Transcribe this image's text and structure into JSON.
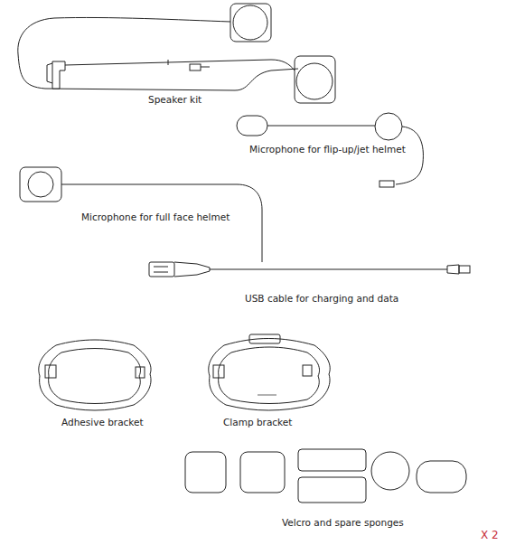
{
  "diagram": {
    "labels": [
      "Speaker kit",
      "Microphone for flip-up/jet helmet",
      "Microphone for full face helmet",
      "USB cable for charging and data",
      "Adhesive bracket",
      "Clamp bracket",
      "Velcro and spare sponges",
      "X 2"
    ]
  }
}
